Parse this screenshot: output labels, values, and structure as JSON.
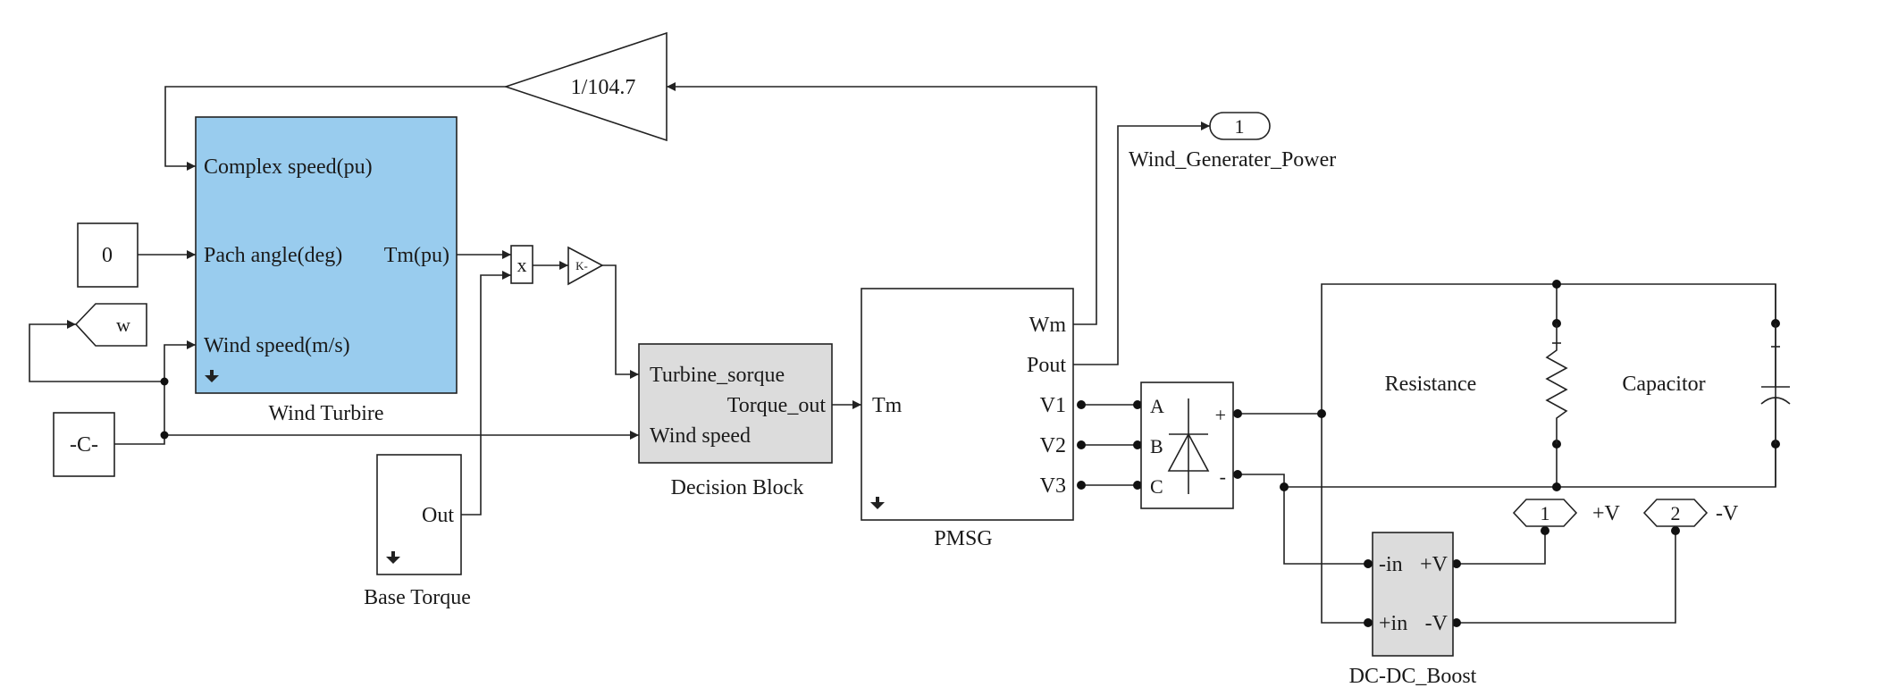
{
  "colors": {
    "wind_turbine_fill": "#99ccee",
    "gray_block_fill": "#dcdcdc",
    "line": "#222222",
    "background": "#ffffff"
  },
  "blocks": {
    "gain": {
      "value": "1/104.7"
    },
    "wind_turbine": {
      "inputs": [
        "Complex speed(pu)",
        "Pach angle(deg)",
        "Wind speed(m/s)"
      ],
      "output": "Tm(pu)",
      "caption": "Wind Turbire"
    },
    "pitch_constant": {
      "value": "0"
    },
    "wind_goto": {
      "tag": "w"
    },
    "c_constant": {
      "value": "-C-"
    },
    "product": {
      "symbol": "x"
    },
    "k_gain": {
      "symbol": "K-"
    },
    "base_torque": {
      "port": "Out",
      "caption": "Base Torque"
    },
    "decision_block": {
      "inputs": [
        "Turbine_sorque",
        "Wind speed"
      ],
      "output": "Torque_out",
      "caption": "Decision Block"
    },
    "pmsg": {
      "input": "Tm",
      "outputs": [
        "Wm",
        "Pout",
        "V1",
        "V2",
        "V3"
      ],
      "caption": "PMSG"
    },
    "rectifier": {
      "ports": [
        "A",
        "B",
        "C"
      ],
      "plus": "+",
      "minus": "-"
    },
    "resistance": {
      "label": "Resistance"
    },
    "capacitor": {
      "label": "Capacitor"
    },
    "out_port_power": {
      "number": "1",
      "label": "Wind_Generater_Power"
    },
    "out_port_pv": {
      "number": "1",
      "label": "+V"
    },
    "out_port_nv": {
      "number": "2",
      "label": "-V"
    },
    "dc_boost": {
      "ports": [
        "-in",
        "+V",
        "+in",
        "-V"
      ],
      "caption": "DC-DC_Boost"
    }
  }
}
